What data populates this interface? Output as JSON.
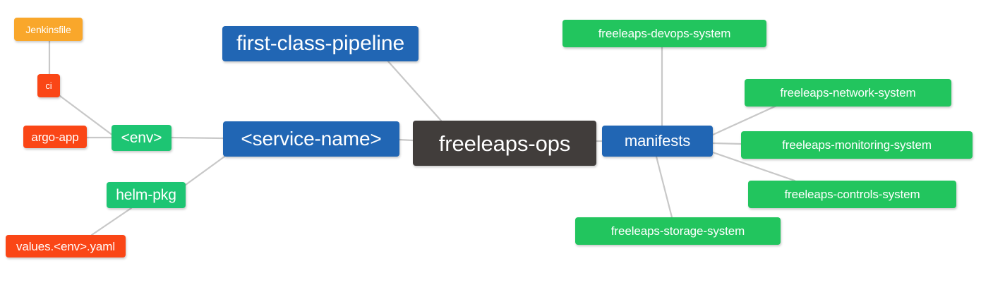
{
  "diagram": {
    "type": "mindmap",
    "title": "freeleaps-ops",
    "background": "#ffffff",
    "edge_color": "#c8c8c8",
    "palette": {
      "root": "#413D3B",
      "blue": "#2166B4",
      "green": "#22C55E",
      "green_alt": "#1DC573",
      "orange": "#F9A72B",
      "red": "#FA4616",
      "text": "#ffffff"
    }
  },
  "nodes": {
    "root": {
      "label": "freeleaps-ops"
    },
    "first_class_pipeline": {
      "label": "first-class-pipeline"
    },
    "service_name": {
      "label": "<service-name>"
    },
    "env": {
      "label": "<env>"
    },
    "ci": {
      "label": "ci"
    },
    "jenkinsfile": {
      "label": "Jenkinsfile"
    },
    "argo_app": {
      "label": "argo-app"
    },
    "helm_pkg": {
      "label": "helm-pkg"
    },
    "values_yaml": {
      "label": "values.<env>.yaml"
    },
    "manifests": {
      "label": "manifests"
    },
    "devops_system": {
      "label": "freeleaps-devops-system"
    },
    "network_system": {
      "label": "freeleaps-network-system"
    },
    "monitoring_system": {
      "label": "freeleaps-monitoring-system"
    },
    "controls_system": {
      "label": "freeleaps-controls-system"
    },
    "storage_system": {
      "label": "freeleaps-storage-system"
    }
  },
  "edges": [
    {
      "from": "first_class_pipeline",
      "to": "root"
    },
    {
      "from": "service_name",
      "to": "root"
    },
    {
      "from": "root",
      "to": "manifests"
    },
    {
      "from": "service_name",
      "to": "env"
    },
    {
      "from": "env",
      "to": "ci"
    },
    {
      "from": "ci",
      "to": "jenkinsfile"
    },
    {
      "from": "env",
      "to": "argo_app"
    },
    {
      "from": "service_name",
      "to": "helm_pkg"
    },
    {
      "from": "helm_pkg",
      "to": "values_yaml"
    },
    {
      "from": "manifests",
      "to": "devops_system"
    },
    {
      "from": "manifests",
      "to": "network_system"
    },
    {
      "from": "manifests",
      "to": "monitoring_system"
    },
    {
      "from": "manifests",
      "to": "controls_system"
    },
    {
      "from": "manifests",
      "to": "storage_system"
    }
  ]
}
